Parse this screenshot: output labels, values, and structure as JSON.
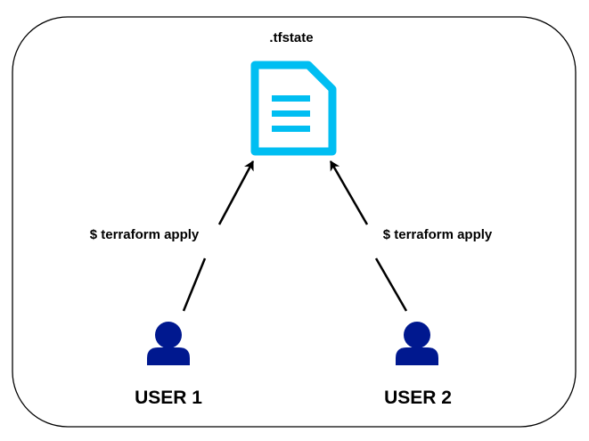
{
  "state_file": {
    "label": ".tfstate",
    "icon": "document-icon",
    "color": "#00BEF2"
  },
  "users": [
    {
      "label": "USER 1",
      "icon": "user-icon",
      "color": "#00188F"
    },
    {
      "label": "USER 2",
      "icon": "user-icon",
      "color": "#00188F"
    }
  ],
  "commands": [
    {
      "label": "$ terraform apply"
    },
    {
      "label": "$ terraform apply"
    }
  ],
  "arrow_color": "#000000",
  "border_color": "#000000"
}
